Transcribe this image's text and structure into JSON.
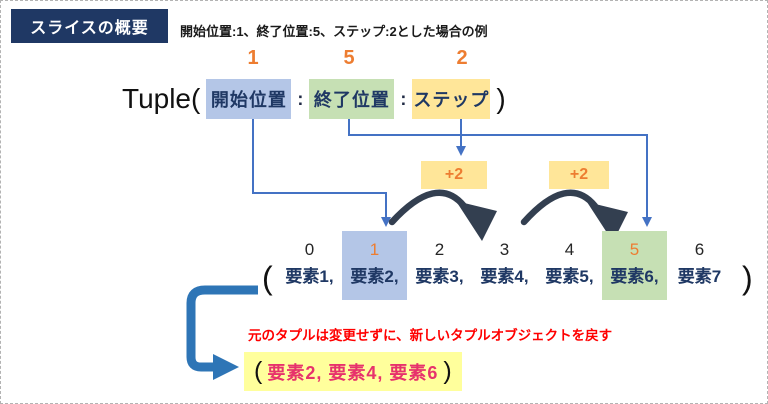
{
  "header": {
    "badge": "スライスの概要",
    "subtitle": "開始位置:1、終了位置:5、ステップ:2とした場合の例"
  },
  "tuple": {
    "prefix": "Tuple(",
    "suffix": ")",
    "colon": ":",
    "params": [
      {
        "name": "start",
        "label": "開始位置",
        "value": "1"
      },
      {
        "name": "end",
        "label": "終了位置",
        "value": "5"
      },
      {
        "name": "step",
        "label": "ステップ",
        "value": "2"
      }
    ]
  },
  "steps": [
    "+2",
    "+2"
  ],
  "sequence": {
    "open_paren": "(",
    "close_paren": ")",
    "items": [
      {
        "index": "0",
        "label": "要素1,",
        "highlight": "none"
      },
      {
        "index": "1",
        "label": "要素2,",
        "highlight": "blue"
      },
      {
        "index": "2",
        "label": "要素3,",
        "highlight": "none"
      },
      {
        "index": "3",
        "label": "要素4,",
        "highlight": "none"
      },
      {
        "index": "4",
        "label": "要素5,",
        "highlight": "none"
      },
      {
        "index": "5",
        "label": "要素6,",
        "highlight": "green"
      },
      {
        "index": "6",
        "label": "要素7",
        "highlight": "none"
      }
    ]
  },
  "note": "元のタプルは変更せずに、新しいタプルオブジェクトを戻す",
  "result": {
    "open_paren": "(",
    "items_text": "要素2, 要素4, 要素6",
    "close_paren": ")"
  },
  "colors": {
    "badge_bg": "#1F3864",
    "start_box": "#B4C6E7",
    "end_box": "#C6E0B4",
    "step_box": "#FFE699",
    "accent_orange": "#ED7D31",
    "connector_blue": "#4472C4",
    "hop_arrow_dark": "#333F50",
    "return_arrow_blue": "#2E75B6",
    "note_red": "#FF0000",
    "result_bg": "#FFFF9C",
    "result_text_pink": "#E7326C",
    "element_text_navy": "#1F3864"
  }
}
